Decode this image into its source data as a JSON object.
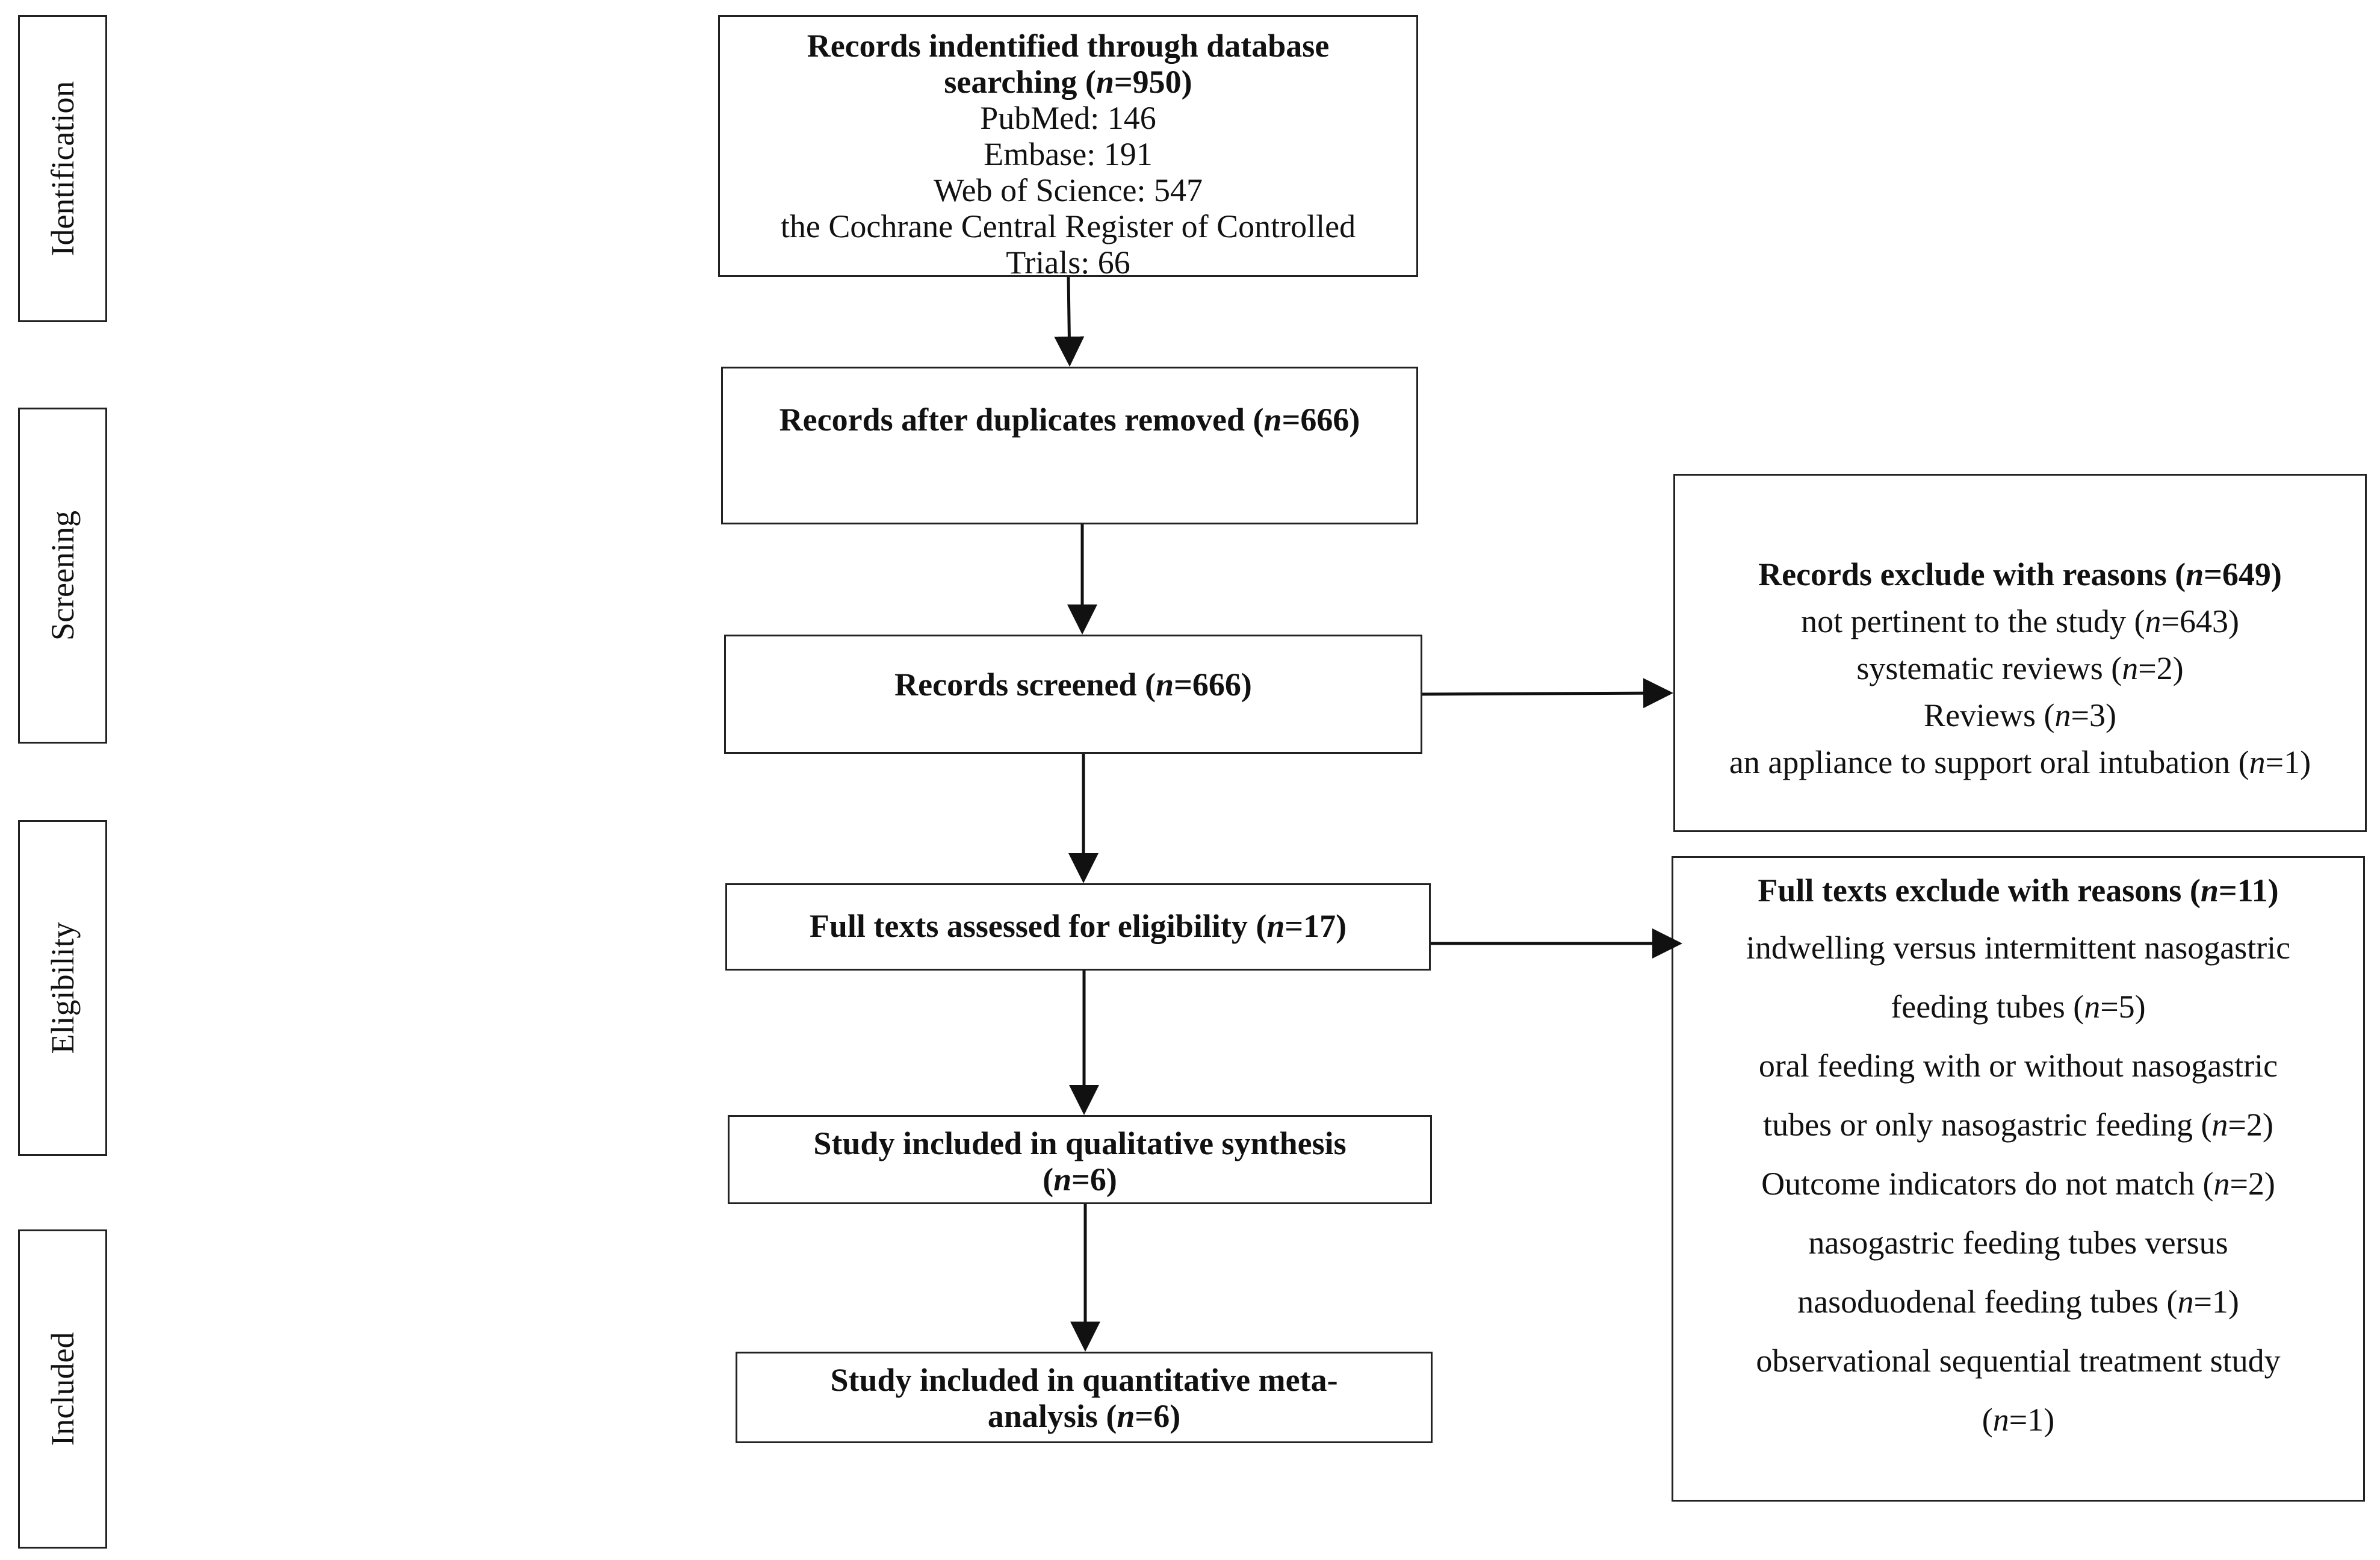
{
  "stages": {
    "identification": "Identification",
    "screening": "Screening",
    "eligibility": "Eligibility",
    "included": "Included"
  },
  "identified": {
    "title_line1": "Records indentified through database",
    "title_line2_pre": "searching (",
    "n_var": "n",
    "title_line2_post": "=950)",
    "pubmed": "PubMed: 146",
    "embase": "Embase: 191",
    "wos": "Web of Science: 547",
    "cochrane_line1": "the Cochrane Central Register of Controlled",
    "cochrane_line2": "Trials: 66"
  },
  "duplicates": {
    "pre": "Records after duplicates removed (",
    "n_var": "n",
    "post": "=666)"
  },
  "screened": {
    "pre": "Records screened (",
    "n_var": "n",
    "post": "=666)"
  },
  "records_excluded": {
    "title_pre": "Records exclude with reasons (",
    "n_var": "n",
    "title_post": "=649)",
    "r1_pre": "not pertinent to the study (",
    "r1_post": "=643)",
    "r2_pre": "systematic reviews  (",
    "r2_post": "=2)",
    "r3_pre": "Reviews (",
    "r3_post": "=3)",
    "r4_pre": "an appliance to support oral intubation (",
    "r4_post": "=1)"
  },
  "fulltext": {
    "pre": "Full texts assessed for eligibility (",
    "n_var": "n",
    "post": "=17)"
  },
  "fulltext_excluded": {
    "title_pre": "Full texts exclude with reasons (",
    "n_var": "n",
    "title_post": "=11)",
    "l1": "indwelling versus intermittent nasogastric",
    "l2_pre": "feeding tubes (",
    "l2_post": "=5)",
    "l3": "oral feeding with or without nasogastric",
    "l4_pre": "tubes or only nasogastric feeding (",
    "l4_post": "=2)",
    "l5_pre": "Outcome indicators do not match (",
    "l5_post": "=2)",
    "l6": "nasogastric feeding tubes versus",
    "l7_pre": "nasoduodenal feeding tubes (",
    "l7_post": "=1)",
    "l8": "observational sequential treatment study",
    "l9_pre": "(",
    "l9_post": "=1)"
  },
  "qualitative": {
    "line1": "Study included in qualitative synthesis",
    "line2_pre": "(",
    "n_var": "n",
    "line2_post": "=6)"
  },
  "quantitative": {
    "line1": "Study included in quantitative meta-",
    "line2_pre": "analysis (",
    "n_var": "n",
    "line2_post": "=6)"
  }
}
